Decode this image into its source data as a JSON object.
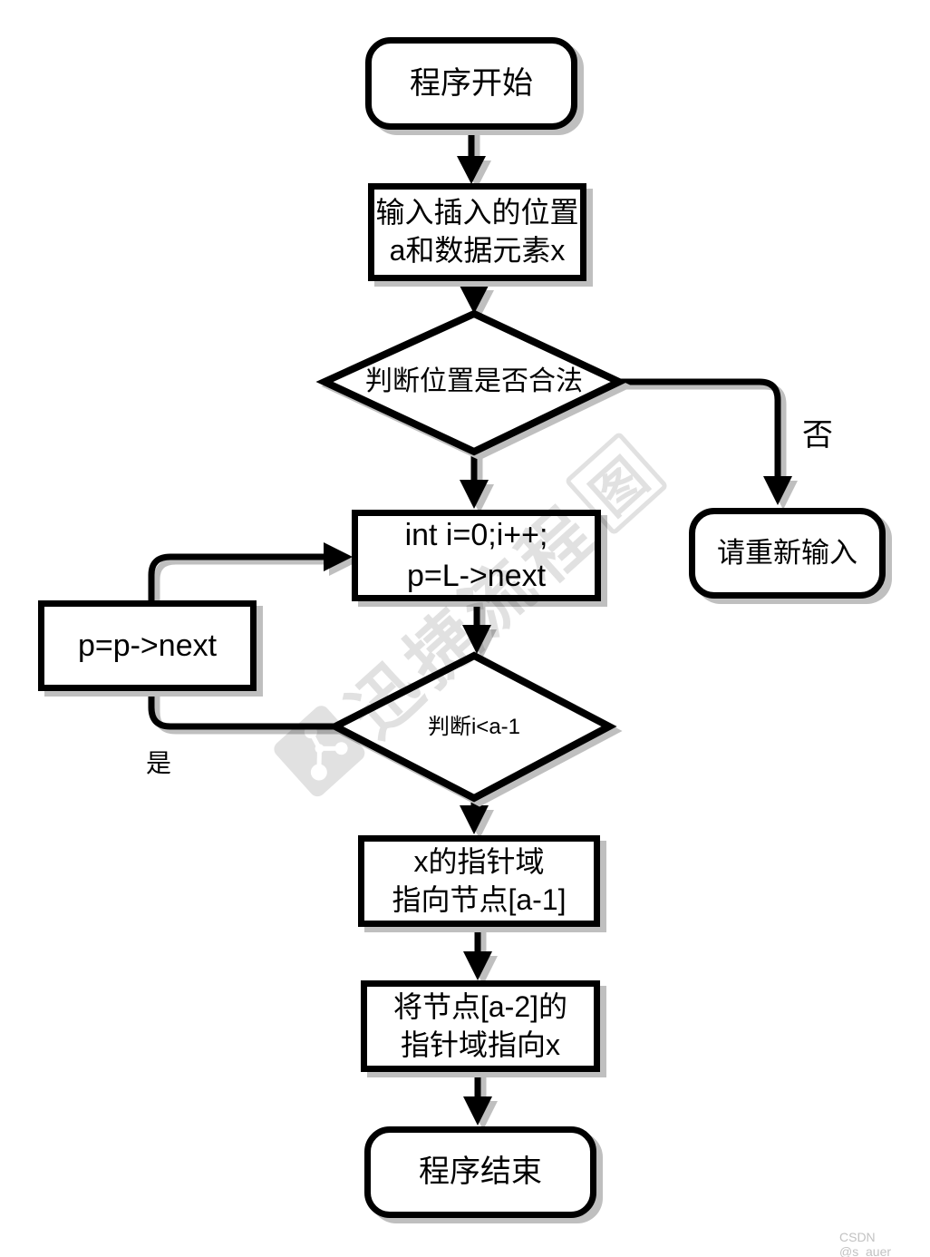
{
  "colors": {
    "stroke": "#000000",
    "shape_fill": "#ffffff",
    "shadow": "#bfbfbf",
    "watermark": "#c9c9c9",
    "credit": "#c2c2c2"
  },
  "nodes": {
    "start": {
      "label": "程序开始"
    },
    "input": {
      "line1": "输入插入的位置",
      "line2": "a和数据元素x"
    },
    "check_position": {
      "label": "判断位置是否合法"
    },
    "retry": {
      "label": "请重新输入"
    },
    "init": {
      "line1": "int i=0;i++;",
      "line2": "p=L->next"
    },
    "advance": {
      "label": "p=p->next"
    },
    "check_index": {
      "label": "判断i<a-1"
    },
    "set_x_pointer": {
      "line1": "x的指针域",
      "line2": "指向节点[a-1]"
    },
    "set_node_pointer": {
      "line1": "将节点[a-2]的",
      "line2": "指针域指向x"
    },
    "end": {
      "label": "程序结束"
    }
  },
  "edge_labels": {
    "no": "否",
    "yes": "是"
  },
  "watermark": {
    "prefix": "迅捷流程",
    "suffix": "图"
  },
  "credit": {
    "text": "CSDN @s_auer"
  }
}
